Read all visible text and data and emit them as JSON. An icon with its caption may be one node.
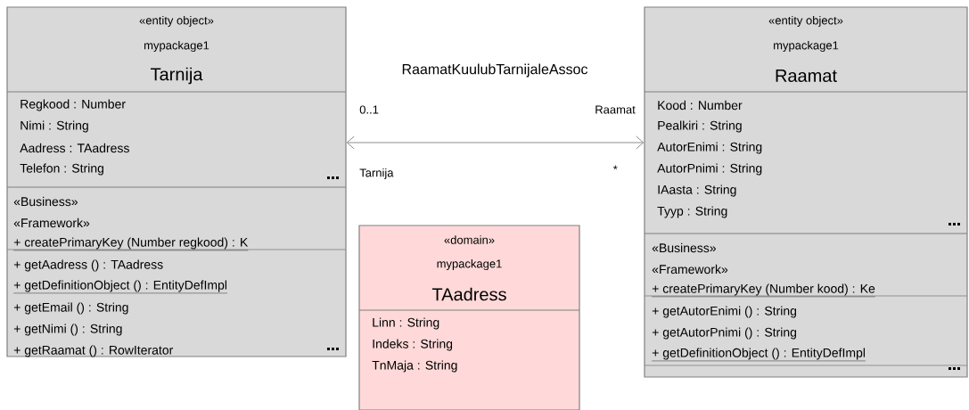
{
  "diagram": {
    "nodes": [
      {
        "text": [
          "«entity object»",
          "mypackage1",
          "Tarnija",
          "Regkood  : Number",
          "Nimi  : String",
          "Aadress  : TAadress",
          "Telefon  : String",
          "«Business»",
          "«Framework»",
          "+ createPrimaryKey (Number regkood) : K",
          "+ getAadress () : TAadress",
          "+ getDefinitionObject () : EntityDefImpl",
          "+ getEmail () : String",
          "+ getNimi () : String",
          "+ getRaamat () : RowIterator"
        ]
      },
      {
        "text": [
          "«entity object»",
          "mypackage1",
          "Raamat",
          "Kood  : Number",
          "Pealkiri  : String",
          "AutorEnimi  : String",
          "AutorPnimi  : String",
          "IAasta  : String",
          "Tyyp  : String",
          "«Business»",
          "«Framework»",
          "+ createPrimaryKey (Number kood) : Ke",
          "+ getAutorEnimi () : String",
          "+ getAutorPnimi () : String",
          "+ getDefinitionObject () : EntityDefImpl"
        ]
      },
      {
        "text": [
          "«domain»",
          "mypackage1",
          "TAadress",
          "Linn  : String",
          "Indeks  : String",
          "TnMaja  : String"
        ]
      }
    ],
    "edges": [
      {
        "from": 0,
        "to": 1,
        "arrow": "both",
        "label": "RaamatKuulubTarnijaleAssoc"
      }
    ],
    "labels": [
      "0..1",
      "Raamat",
      "Tarnija",
      "*"
    ]
  }
}
